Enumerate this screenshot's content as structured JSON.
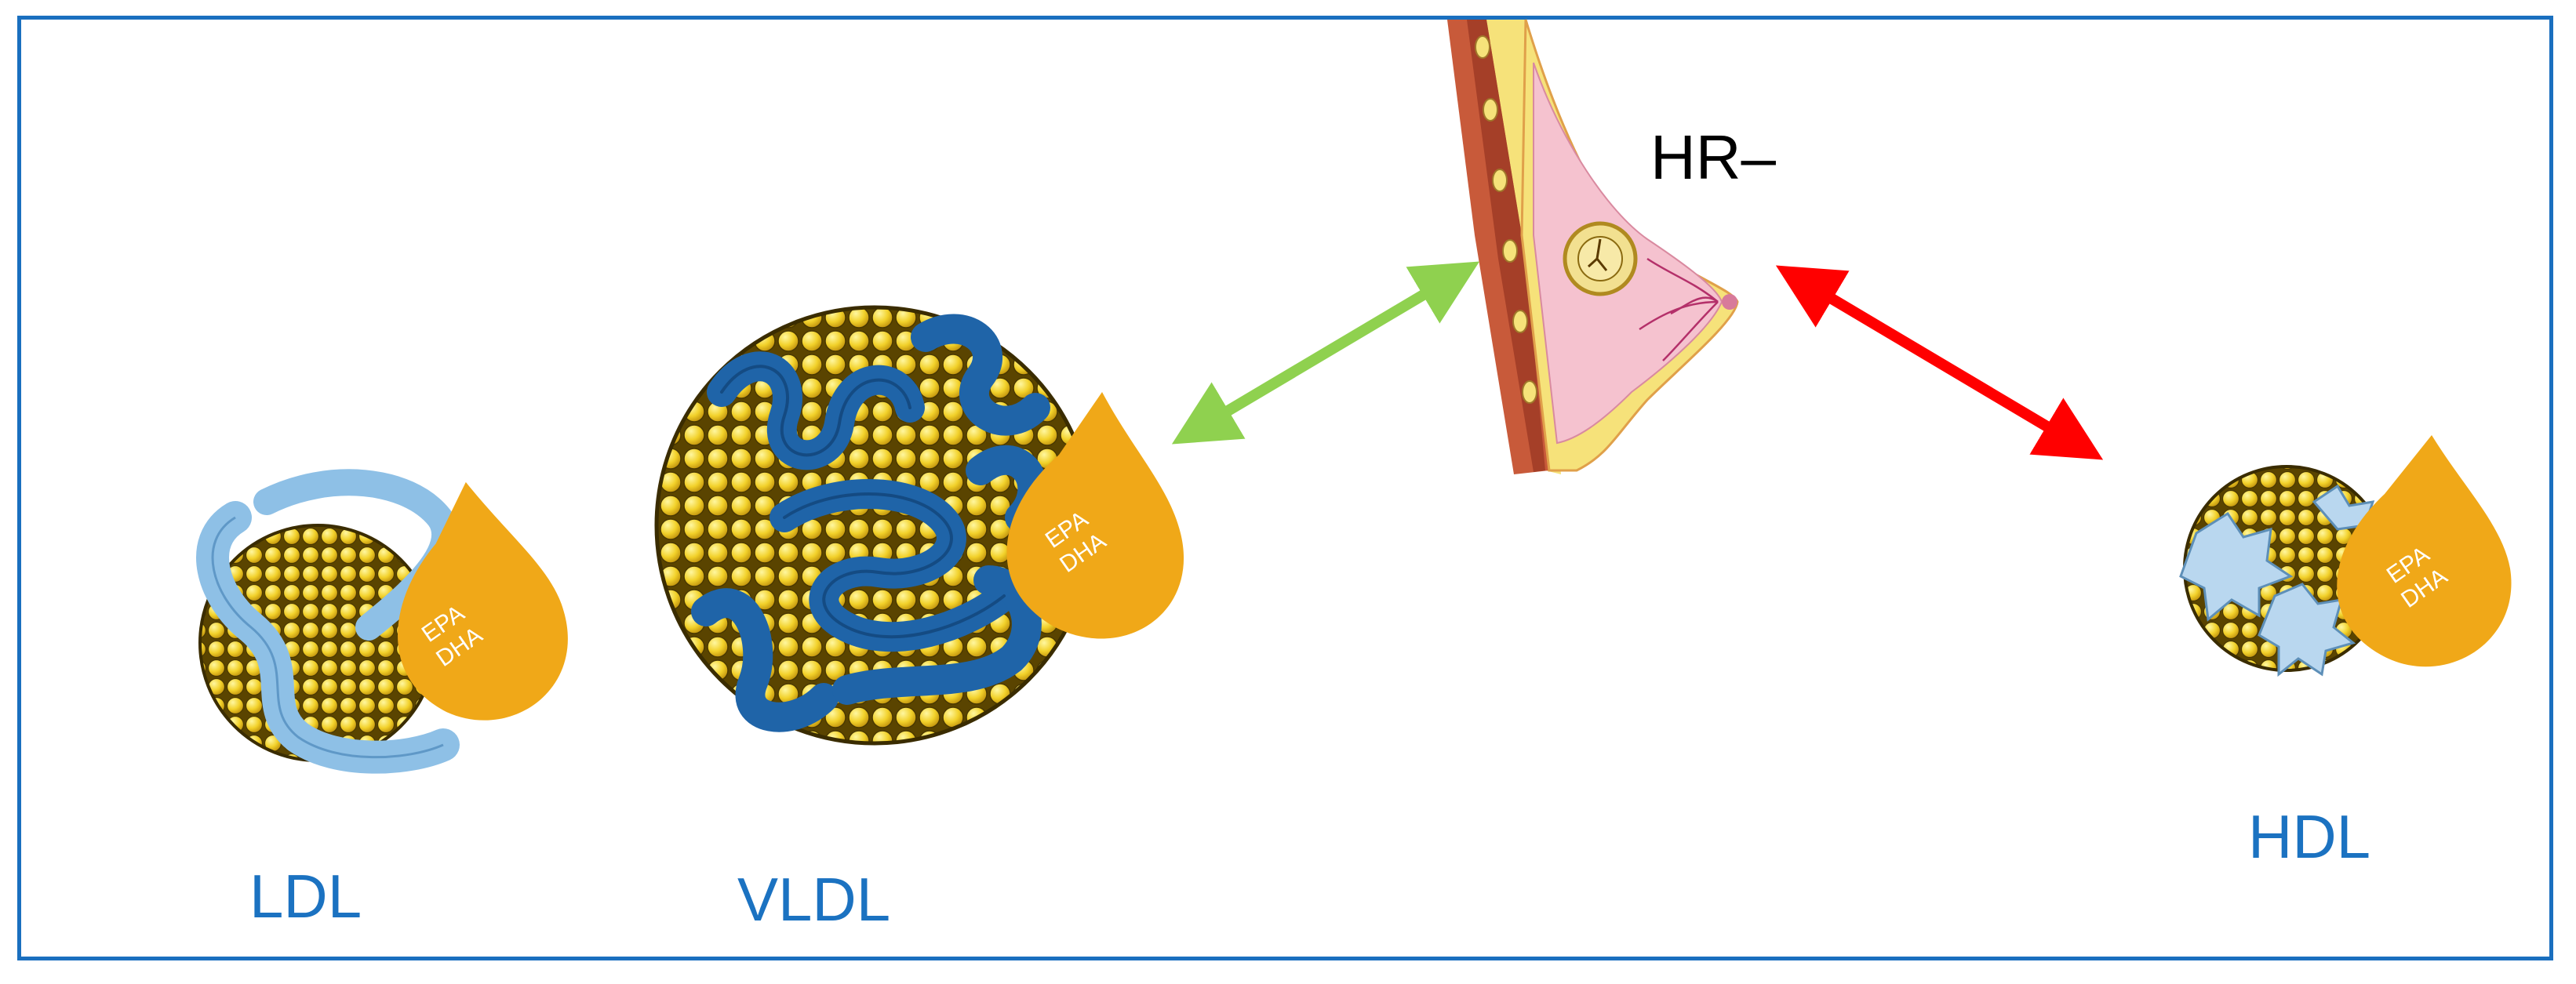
{
  "figure": {
    "labels": {
      "ldl": "LDL",
      "vldl": "VLDL",
      "hdl": "HDL",
      "hr": "HR–"
    },
    "drop_text": {
      "line1": "EPA",
      "line2": "DHA"
    },
    "colors": {
      "frame": "#1a6fbf",
      "label_blue": "#1b72c1",
      "lipid_yellow": "#f2d12a",
      "drop_orange": "#f0a818",
      "vldl_protein": "#1f64a8",
      "ldl_protein": "#8ec0e6",
      "hdl_protein": "#b9d7ef",
      "arrow_green": "#8fd14f",
      "arrow_red": "#ff0000",
      "breast_tissue": "#f5c2cf",
      "skin_fat": "#f6e27a",
      "muscle": "#c85a3a"
    },
    "icons": [
      "ldl-particle",
      "vldl-particle",
      "hdl-particle",
      "epa-dha-drop",
      "breast-cross-section-icon",
      "green-double-arrow",
      "red-double-arrow"
    ]
  }
}
